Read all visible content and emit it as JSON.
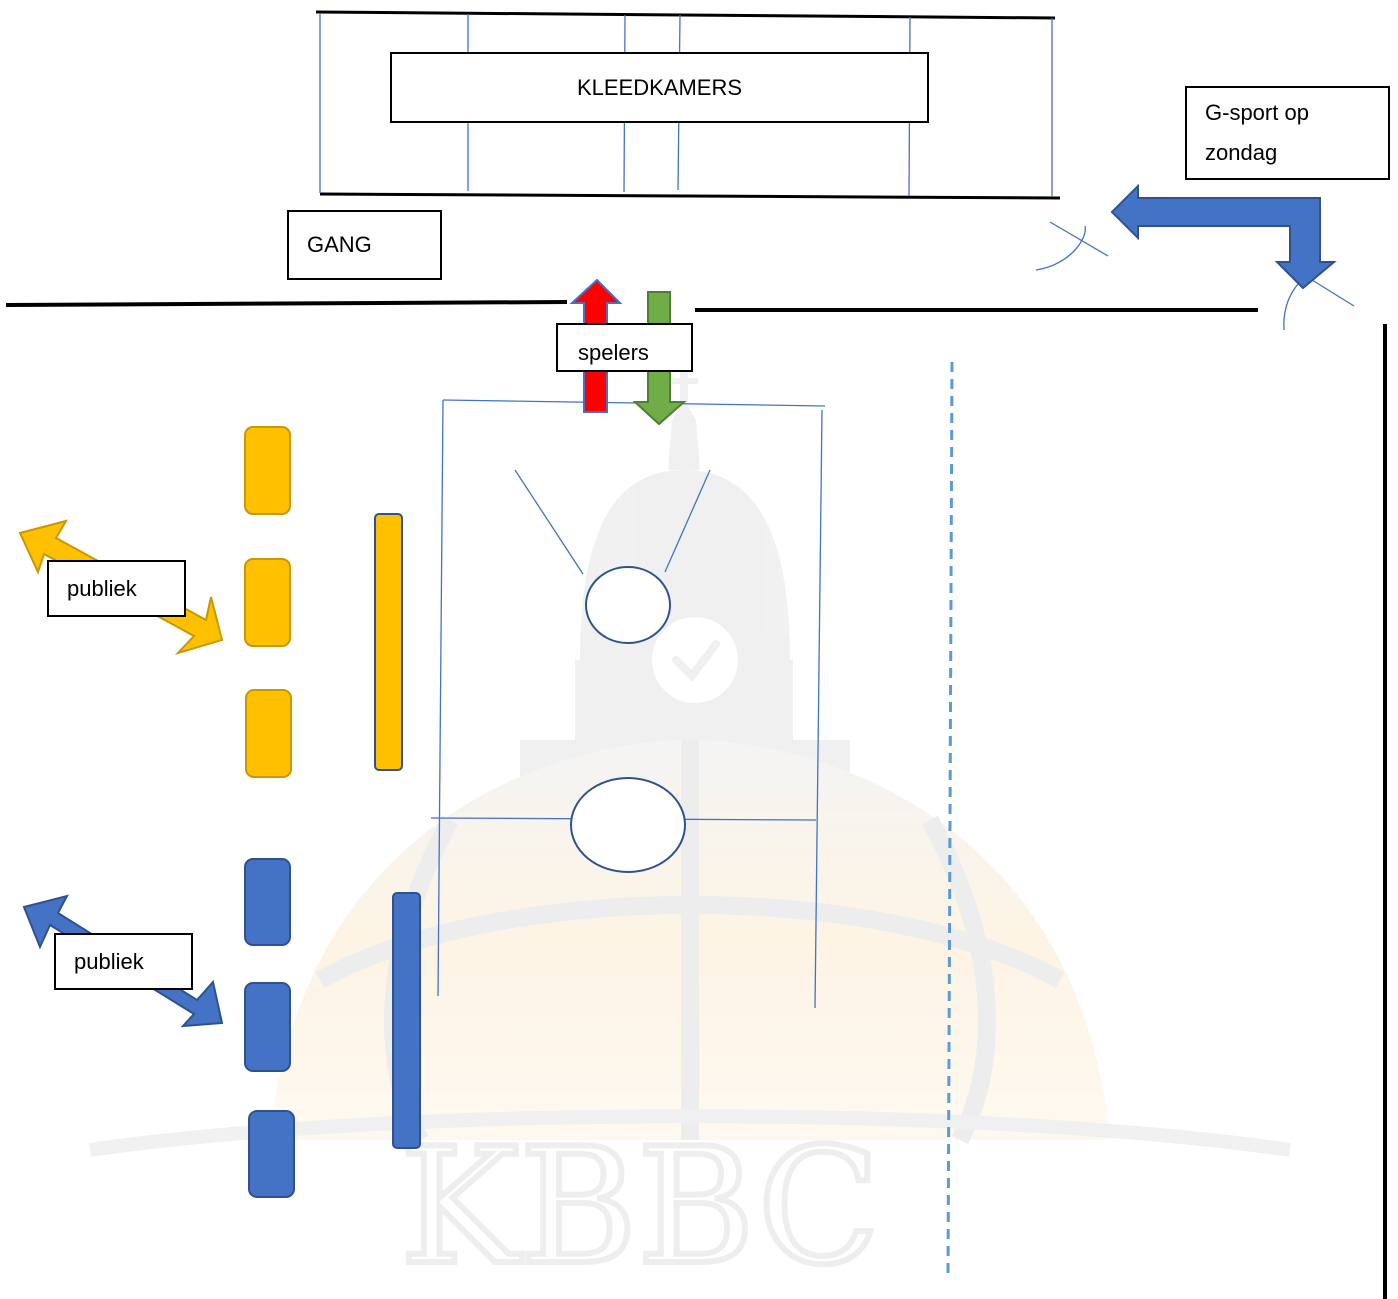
{
  "labels": {
    "kleedkamers": "KLEEDKAMERS",
    "gang": "GANG",
    "g_sport": "G-sport op zondag",
    "spelers": "spelers",
    "publiek_top": "publiek",
    "publiek_bottom": "publiek"
  },
  "watermark": {
    "text": "KBBC",
    "icons": [
      "church-tower-icon",
      "clock-icon",
      "basketball-icon"
    ]
  },
  "colors": {
    "line_blue": "#4472c4",
    "dashed_blue": "#5b9bd5",
    "orange": "#ffc000",
    "orange_stroke": "#c99700",
    "blue_fill": "#4472c4",
    "blue_stroke": "#2f528f",
    "red": "#ff0000",
    "green": "#70ad47",
    "watermark_grey": "#b4b4b4",
    "watermark_orange": "#f6b34a"
  }
}
